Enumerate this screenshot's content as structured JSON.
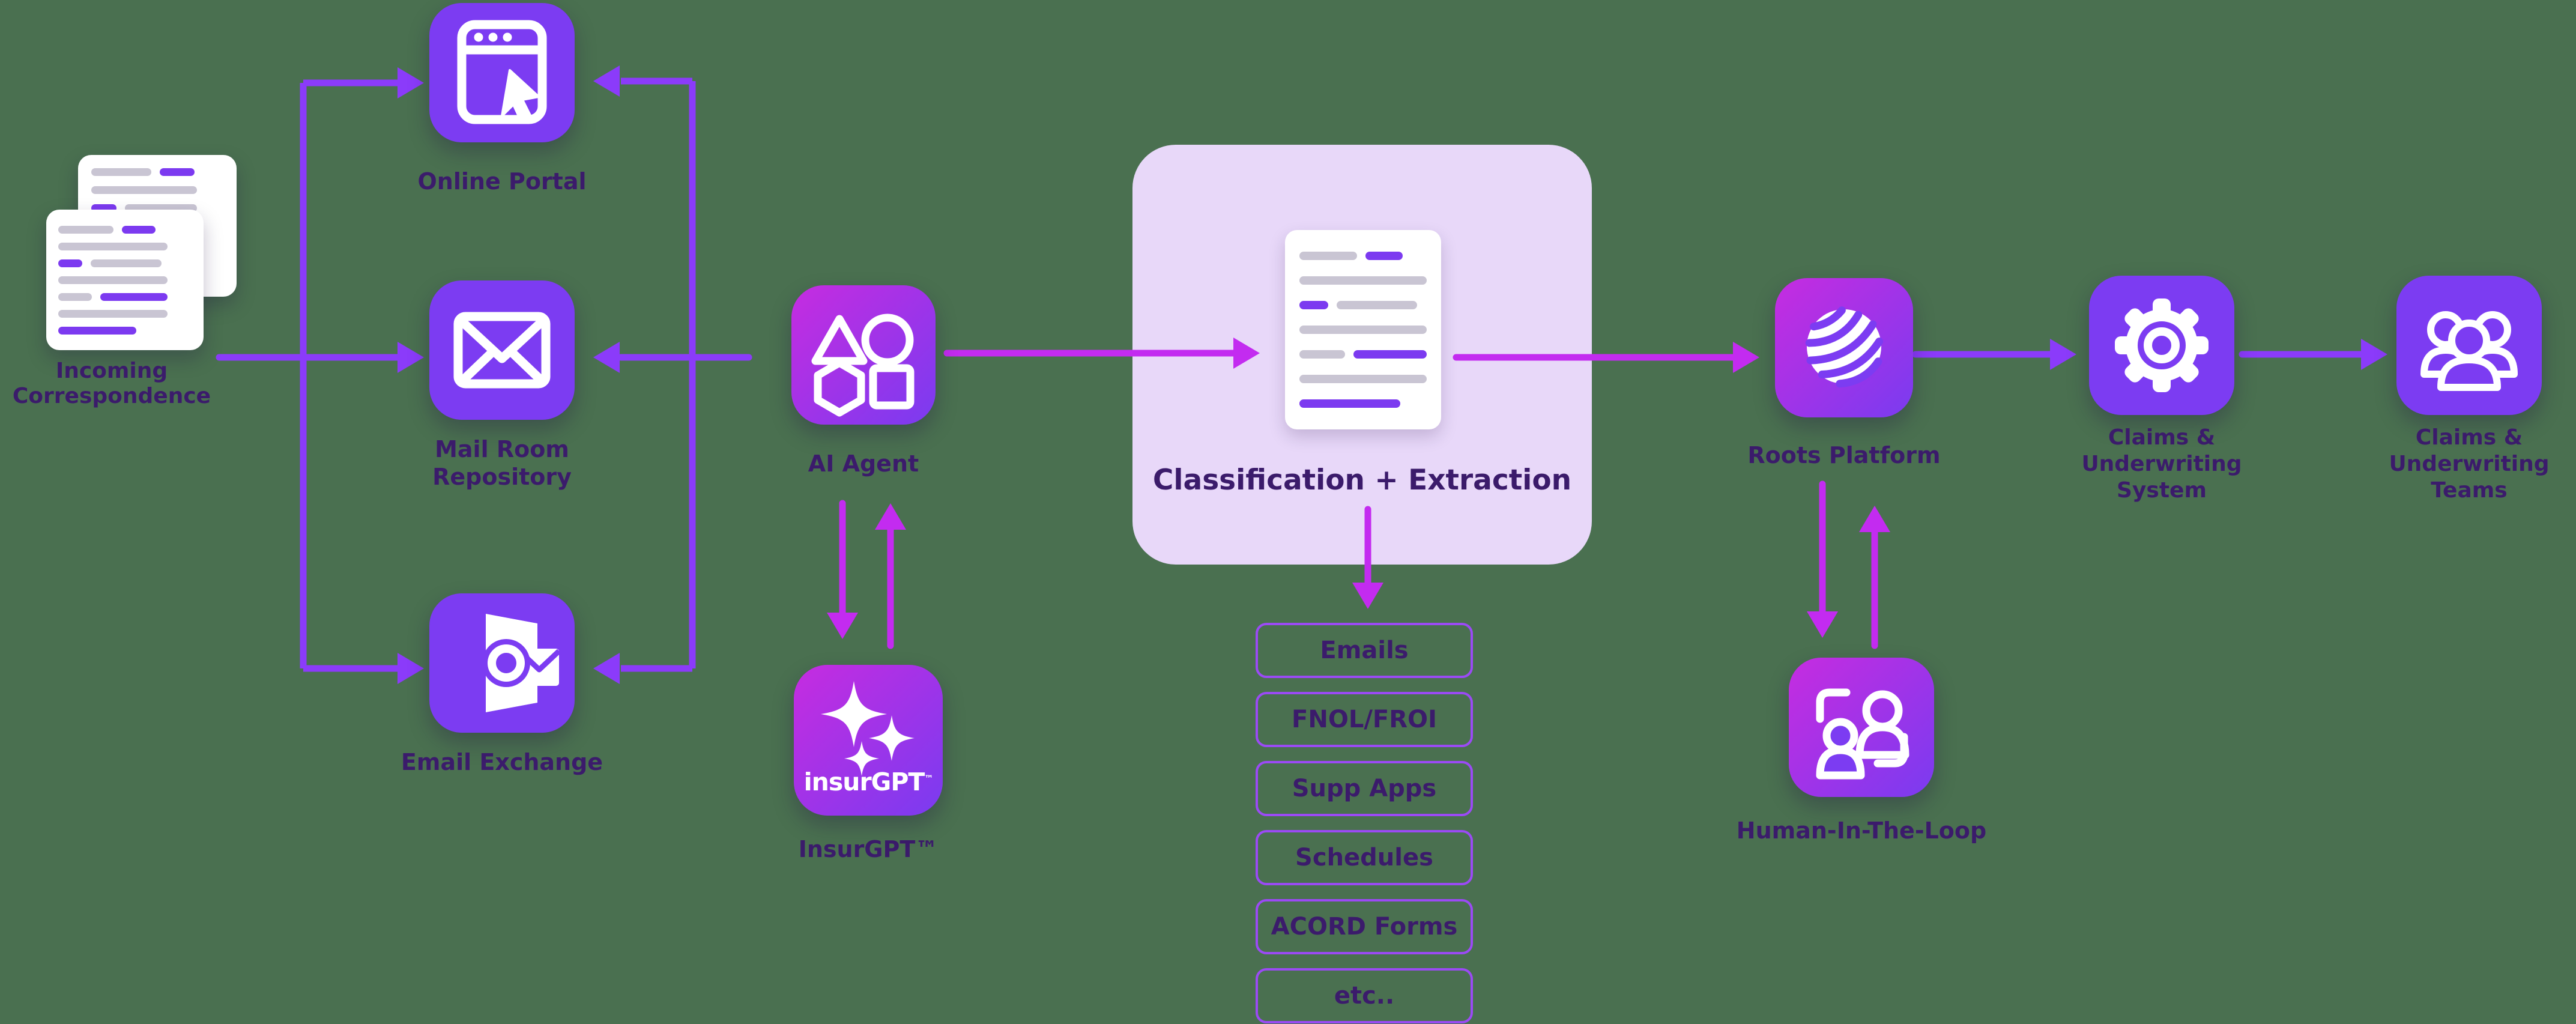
{
  "colors": {
    "background": "#4a7050",
    "violet": "#8b3bfa",
    "magenta": "#c32bf0",
    "icon_solid": "#7c3cf2",
    "icon_gradient_start": "#c62ce0",
    "icon_gradient_end": "#7a3bf0",
    "label": "#3b1b6b",
    "card_bg": "#e8d8f9",
    "pill_border": "#9b4af5",
    "doc_gray": "#c9c5d3",
    "doc_purple": "#7c3af0"
  },
  "incoming": {
    "label": [
      "Incoming",
      "Correspondence"
    ]
  },
  "channels": {
    "online_portal": {
      "label": "Online Portal"
    },
    "mail_room": {
      "label": [
        "Mail Room",
        "Repository"
      ]
    },
    "email_exchange": {
      "label": "Email Exchange"
    }
  },
  "ai_agent": {
    "label": "AI Agent"
  },
  "insurgpt": {
    "label": "InsurGPT™",
    "icon_word": "insurGPT",
    "icon_tm": "™"
  },
  "classification": {
    "label": "Classification + Extraction"
  },
  "document_types": [
    "Emails",
    "FNOL/FROI",
    "Supp Apps",
    "Schedules",
    "ACORD Forms",
    "etc.."
  ],
  "roots": {
    "label": "Roots Platform"
  },
  "human_in_the_loop": {
    "label": "Human-In-The-Loop"
  },
  "claims_system": {
    "label": [
      "Claims &",
      "Underwriting",
      "System"
    ]
  },
  "claims_teams": {
    "label": [
      "Claims &",
      "Underwriting",
      "Teams"
    ]
  }
}
